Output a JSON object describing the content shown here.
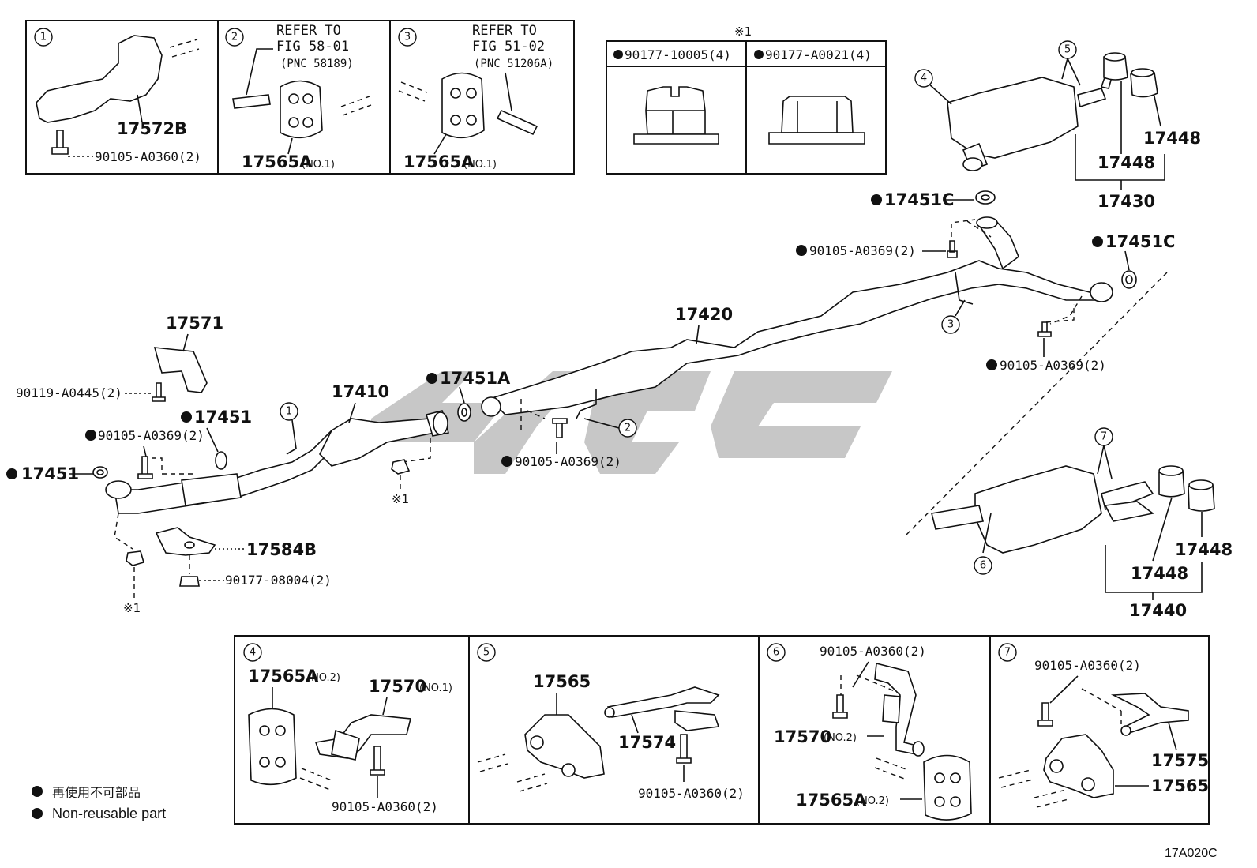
{
  "boxes": {
    "b1": {
      "num": "1",
      "part": "17572B",
      "bolt": "90105-A0360(2)"
    },
    "b2": {
      "num": "2",
      "ref1": "REFER TO",
      "ref2": "FIG 58-01",
      "ref3": "(PNC 58189)",
      "part": "17565A",
      "part_note": "(NO.1)"
    },
    "b3": {
      "num": "3",
      "ref1": "REFER TO",
      "ref2": "FIG 51-02",
      "ref3": "(PNC 51206A)",
      "part": "17565A",
      "part_note": "(NO.1)"
    },
    "nuts": {
      "mark": "※1",
      "left": "90177-10005(4)",
      "right": "90177-A0021(4)"
    },
    "b4": {
      "num": "4",
      "a": "17565A",
      "a_note": "(NO.2)",
      "b": "17570",
      "b_note": "(NO.1)",
      "bolt": "90105-A0360(2)"
    },
    "b5": {
      "num": "5",
      "a": "17565",
      "b": "17574",
      "bolt": "90105-A0360(2)"
    },
    "b6": {
      "num": "6",
      "bolt": "90105-A0360(2)",
      "a": "17570",
      "a_note": "(NO.2)",
      "b": "17565A",
      "b_note": "(NO.2)"
    },
    "b7": {
      "num": "7",
      "bolt": "90105-A0360(2)",
      "a": "17575",
      "b": "17565"
    }
  },
  "labels": {
    "p17571": "17571",
    "p90119": "90119-A0445(2)",
    "p17451a_label": "17451",
    "p90105_l": "90105-A0369(2)",
    "p17451b_label": "17451",
    "p17410": "17410",
    "p17451A": "17451A",
    "p17584B": "17584B",
    "p90177": "90177-08004(2)",
    "star1a": "※1",
    "star1b": "※1",
    "p90105_m": "90105-A0369(2)",
    "p17420": "17420",
    "p90105_t": "90105-A0369(2)",
    "p17451C_t": "17451C",
    "p17451C_r": "17451C",
    "p90105_r": "90105-A0369(2)",
    "p17430": "17430",
    "p17448_a": "17448",
    "p17448_b": "17448",
    "p17440": "17440",
    "p17448_c": "17448",
    "p17448_d": "17448",
    "c1": "1",
    "c2": "2",
    "c3": "3",
    "c4": "4",
    "c5": "5",
    "c6": "6",
    "c7": "7"
  },
  "legend": {
    "jp": "再使用不可部品",
    "en": "Non-reusable part"
  },
  "diagram_id": "17A020C"
}
